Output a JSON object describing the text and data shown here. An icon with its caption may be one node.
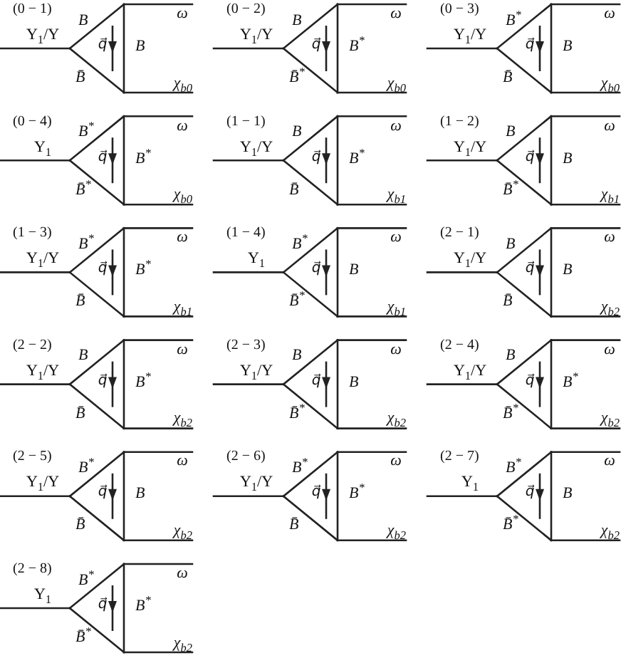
{
  "diagram": {
    "labels": [
      "(0 − 1)",
      "ω",
      "B",
      "Υ$_{1}$/Υ",
      "q⃗",
      "B",
      "B̄",
      "χ$_{b0}$",
      "(0 − 2)",
      "ω",
      "B",
      "Υ$_{1}$/Υ",
      "q⃗",
      "B$^{*}$",
      "B̄$^{*}$",
      "χ$_{b0}$",
      "(0 − 3)",
      "ω",
      "B$^{*}$",
      "Υ$_{1}$/Υ",
      "q⃗",
      "B",
      "B̄",
      "χ$_{b0}$",
      "(0 − 4)",
      "ω",
      "B$^{*}$",
      "Υ$_{1}$",
      "q⃗",
      "B$^{*}$",
      "B̄$^{*}$",
      "χ$_{b0}$",
      "(1 − 1)",
      "ω",
      "B",
      "Υ$_{1}$/Υ",
      "q⃗",
      "B$^{*}$",
      "B̄",
      "χ$_{b1}$",
      "(1 − 2)",
      "ω",
      "B",
      "Υ$_{1}$/Υ",
      "q⃗",
      "B",
      "B̄$^{*}$",
      "χ$_{b1}$",
      "(1 − 3)",
      "ω",
      "B$^{*}$",
      "Υ$_{1}$/Υ",
      "q⃗",
      "B$^{*}$",
      "B̄",
      "χ$_{b1}$",
      "(1 − 4)",
      "ω",
      "B$^{*}$",
      "Υ$_{1}$",
      "q⃗",
      "B",
      "B̄$^{*}$",
      "χ$_{b1}$",
      "(2 − 1)",
      "ω",
      "B",
      "Υ$_{1}$/Υ",
      "q⃗",
      "B",
      "B̄",
      "χ$_{b2}$",
      "(2 − 2)",
      "ω",
      "B",
      "Υ$_{1}$/Υ",
      "q⃗",
      "B$^{*}$",
      "B̄",
      "χ$_{b2}$",
      "(2 − 3)",
      "ω",
      "B",
      "Υ$_{1}$/Υ",
      "q⃗",
      "B",
      "B̄$^{*}$",
      "χ$_{b2}$",
      "(2 − 4)",
      "ω",
      "B",
      "Υ$_{1}$/Υ",
      "q⃗",
      "B$^{*}$",
      "B̄$^{*}$",
      "χ$_{b2}$",
      "(2 − 5)",
      "ω",
      "B$^{*}$",
      "Υ$_{1}$/Υ",
      "q⃗",
      "B",
      "B̄",
      "χ$_{b2}$",
      "(2 − 6)",
      "ω",
      "B$^{*}$",
      "Υ$_{1}$/Υ",
      "q⃗",
      "B$^{*}$",
      "B̄",
      "χ$_{b2}$",
      "(2 − 7)",
      "ω",
      "B$^{*}$",
      "Υ$_{1}$",
      "q⃗",
      "B",
      "B̄$^{*}$",
      "χ$_{b2}$",
      "(2 − 8)",
      "ω",
      "B$^{*}$",
      "Υ$_{1}$",
      "q⃗",
      "B$^{*}$",
      "B̄$^{*}$",
      "χ$_{b2}$"
    ]
  }
}
